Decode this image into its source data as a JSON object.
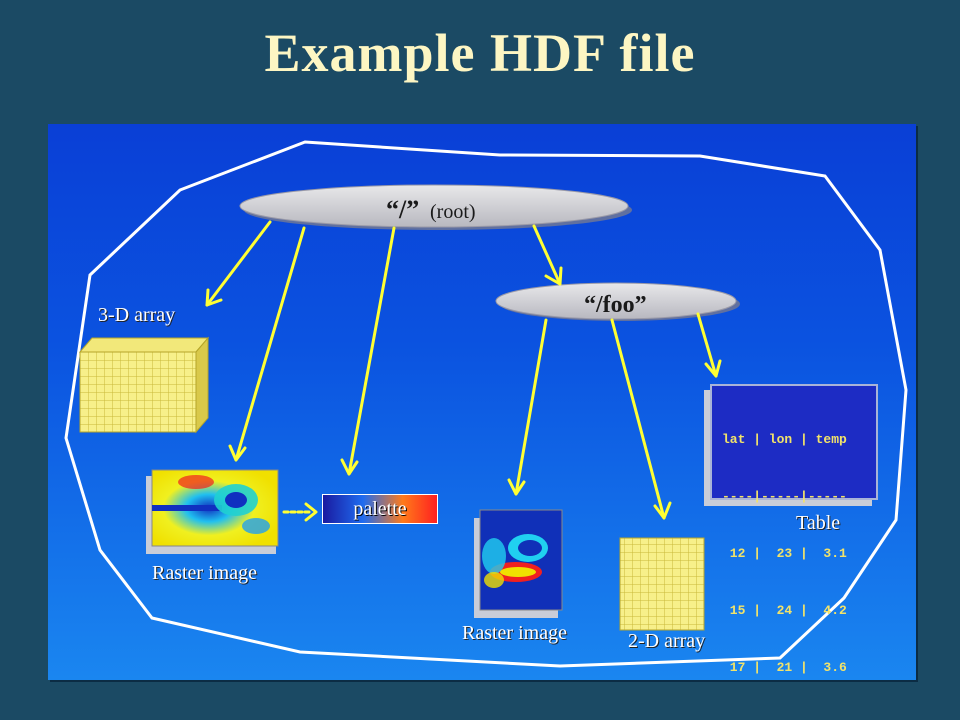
{
  "title": "Example HDF file",
  "nodes": {
    "root": {
      "name": "“/”",
      "note": "(root)"
    },
    "foo": {
      "name": "“/foo”"
    }
  },
  "objects": {
    "array3d": "3-D array",
    "raster1": "Raster image",
    "palette": "palette",
    "raster2": "Raster image",
    "array2d": "2-D array",
    "table": "Table"
  },
  "table": {
    "lines": [
      "lat | lon | temp",
      "----|-----|-----",
      " 12 |  23 |  3.1",
      " 15 |  24 |  4.2",
      " 17 |  21 |  3.6"
    ]
  },
  "colors": {
    "arrow": "#ffff33",
    "title": "#fdf6c3",
    "outline": "#ffffff"
  }
}
